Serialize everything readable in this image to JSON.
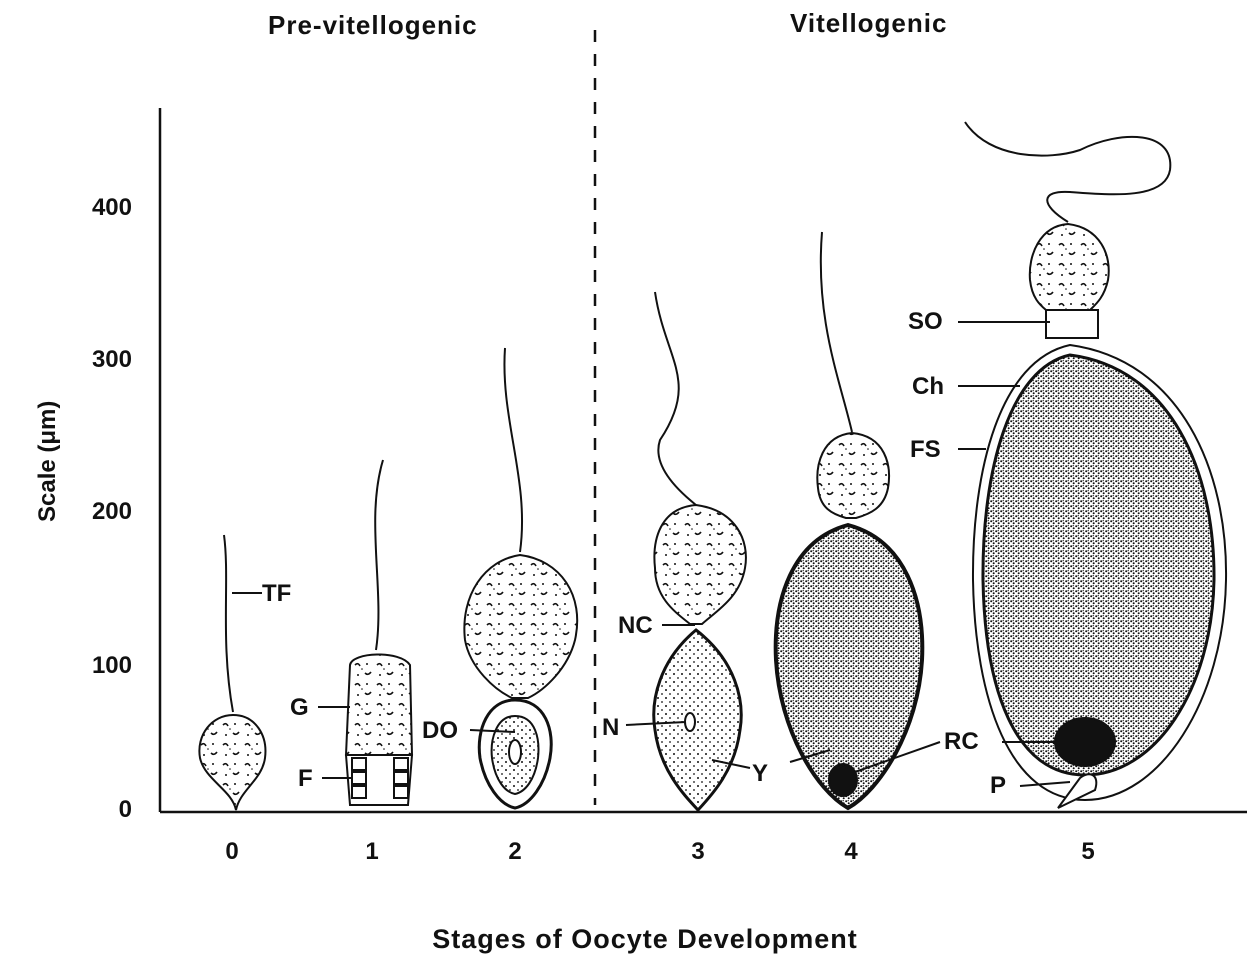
{
  "phases": {
    "pre": "Pre-vitellogenic",
    "vit": "Vitellogenic"
  },
  "axis": {
    "ylabel": "Scale (μm)",
    "xlabel": "Stages of Oocyte Development",
    "yticks": [
      "0",
      "100",
      "200",
      "300",
      "400"
    ],
    "xticks": [
      "0",
      "1",
      "2",
      "3",
      "4",
      "5"
    ]
  },
  "labels": {
    "TF": "TF",
    "G": "G",
    "F": "F",
    "DO": "DO",
    "NC": "NC",
    "N": "N",
    "Y": "Y",
    "RC": "RC",
    "SO": "SO",
    "Ch": "Ch",
    "FS": "FS",
    "P": "P"
  },
  "colors": {
    "ink": "#111111",
    "fill": "#ffffff"
  }
}
